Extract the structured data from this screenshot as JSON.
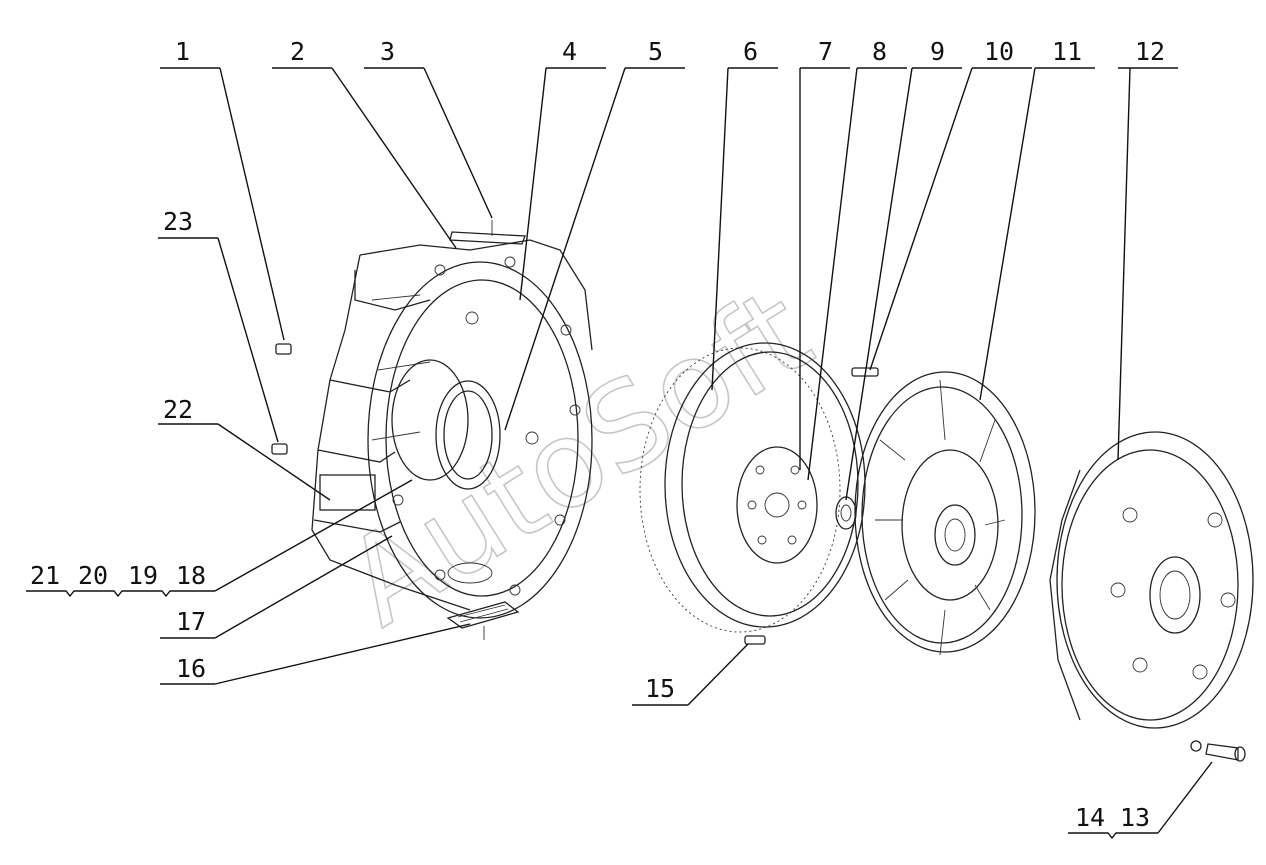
{
  "callouts": [
    "1",
    "2",
    "3",
    "4",
    "5",
    "6",
    "7",
    "8",
    "9",
    "10",
    "11",
    "12",
    "13",
    "14",
    "15",
    "16",
    "17",
    "18",
    "19",
    "20",
    "21",
    "22",
    "23"
  ],
  "watermark": "AutoSoft"
}
